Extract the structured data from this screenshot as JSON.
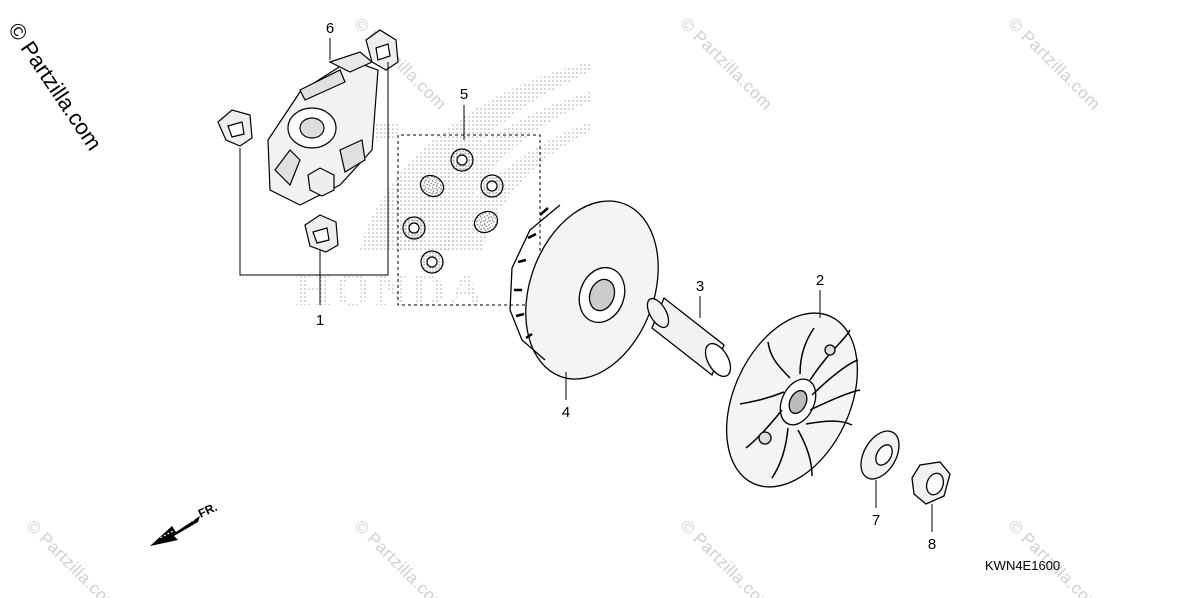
{
  "watermark": {
    "text": "© Partzilla.com",
    "repeat_text": "© Partzilla.com",
    "brand_logo": "HONDA"
  },
  "diagram_code": "KWN4E1600",
  "direction_label": "FR.",
  "callouts": [
    {
      "id": "1",
      "label": "1"
    },
    {
      "id": "2",
      "label": "2"
    },
    {
      "id": "3",
      "label": "3"
    },
    {
      "id": "4",
      "label": "4"
    },
    {
      "id": "5",
      "label": "5"
    },
    {
      "id": "6",
      "label": "6"
    },
    {
      "id": "7",
      "label": "7"
    },
    {
      "id": "8",
      "label": "8"
    }
  ],
  "colors": {
    "line": "#000000",
    "watermark": "#d0d0d0",
    "logo_dots": "#8a8a8a",
    "part_fill": "#f2f2f2"
  }
}
